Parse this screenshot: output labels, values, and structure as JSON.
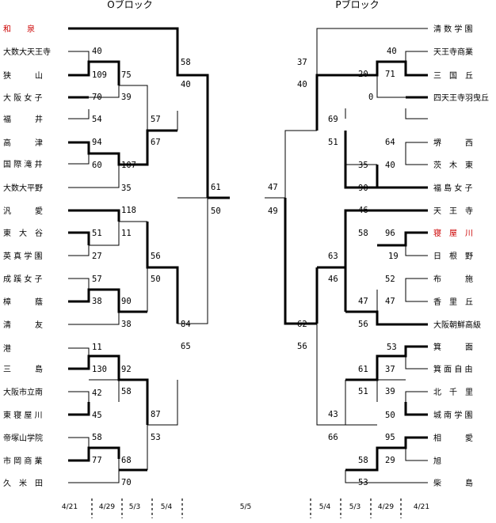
{
  "blocks": {
    "O": {
      "title": "Oブロック"
    },
    "P": {
      "title": "Pブロック"
    }
  },
  "colors": {
    "line": "#000000",
    "highlight": "#cc0000",
    "background": "#ffffff"
  },
  "o_teams": [
    "和　　泉",
    "大数大天王寺",
    "狭　　　山",
    "大 阪 女 子",
    "福　　　井",
    "高　　　津",
    "国 際 滝 井",
    "大数大平野",
    "汎　　　愛",
    "東　大　谷",
    "英 真 学 園",
    "成 蹊 女 子",
    "樟　　　蔭",
    "清　　　友",
    "港",
    "三　　　島",
    "大阪市立南",
    "東 寝 屋 川",
    "帝塚山学院",
    "市 岡 商 業",
    "久　米　田"
  ],
  "p_teams": [
    "清 数 学 園",
    "天王寺商業",
    "三　国　丘",
    "四天王寺羽曳丘",
    "",
    "堺　　　西",
    "茨　木　東",
    "福 島 女 子",
    "天　王　寺",
    "寝　屋　川",
    "日　根　野",
    "布　　　施",
    "香　里　丘",
    "大阪朝鮮高級",
    "箕　　　面",
    "箕 面 自 由",
    "北　千　里",
    "城 南 学 園",
    "相　　　愛",
    "旭",
    "柴　　　島"
  ],
  "red_teams": [
    "和　　泉",
    "寝　屋　川"
  ],
  "scores": {
    "o_r1": [
      "40",
      "109",
      "75",
      "70",
      "39",
      "54",
      "94",
      "60",
      "107",
      "35",
      "118",
      "51",
      "11",
      "27",
      "57",
      "38",
      "90",
      "38",
      "11",
      "130",
      "92",
      "42",
      "58",
      "45",
      "58",
      "77",
      "68",
      "70"
    ],
    "o_r2": [
      "58",
      "40",
      "57",
      "67",
      "56",
      "50",
      "87",
      "53"
    ],
    "o_r3": [
      "84",
      "65"
    ],
    "o_final": [
      "61",
      "50"
    ],
    "p_r1": [
      "40",
      "71",
      "20",
      "0",
      "64",
      "40",
      "35",
      "90",
      "46",
      "96",
      "58",
      "19",
      "52",
      "47",
      "47",
      "56",
      "53",
      "37",
      "61",
      "39",
      "51",
      "50",
      "95",
      "29",
      "58",
      "53"
    ],
    "p_r2": [
      "37",
      "40",
      "69",
      "51",
      "63",
      "46",
      "43",
      "66"
    ],
    "p_r3": [
      "62",
      "56"
    ],
    "p_final": [
      "47",
      "49"
    ]
  },
  "dates": [
    "4/21",
    "4/29",
    "5/3",
    "5/4",
    "5/5",
    "5/4",
    "5/3",
    "4/29",
    "4/21"
  ]
}
